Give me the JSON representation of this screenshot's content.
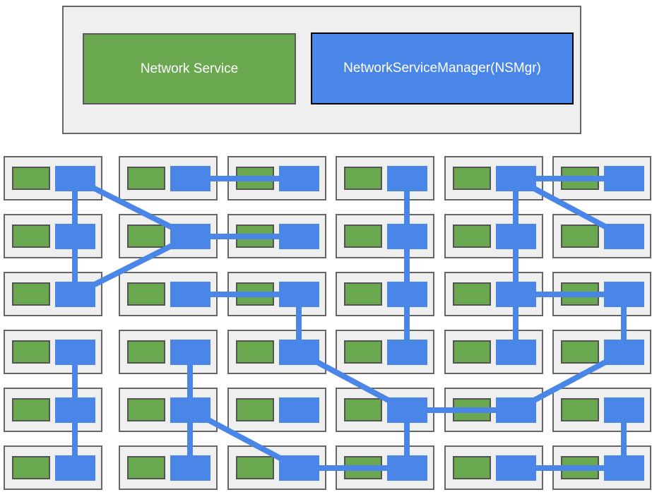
{
  "legend": {
    "items": [
      {
        "id": "network-service",
        "label": "Network Service",
        "fill": "#6aa84f",
        "border": "#5b5b5b",
        "text_color": "#ffffff"
      },
      {
        "id": "nsmgr",
        "label": "NetworkServiceManager(NSMgr)",
        "fill": "#4a86e8",
        "border": "#000000",
        "text_color": "#ffffff"
      }
    ]
  },
  "grid": {
    "rows": 6,
    "cols": 6,
    "node_components": [
      {
        "type": "network-service",
        "fill": "#6aa84f"
      },
      {
        "type": "nsmgr",
        "fill": "#4a86e8"
      }
    ]
  },
  "connections": {
    "color": "#4a86e8",
    "thickness": 8,
    "edges": [
      [
        "c1r1",
        "c1r2"
      ],
      [
        "c1r2",
        "c1r3"
      ],
      [
        "c1r4",
        "c1r5"
      ],
      [
        "c1r5",
        "c1r6"
      ],
      [
        "c2r4",
        "c2r5"
      ],
      [
        "c2r5",
        "c2r6"
      ],
      [
        "c3r3",
        "c3r4"
      ],
      [
        "c4r1",
        "c4r2"
      ],
      [
        "c4r2",
        "c4r3"
      ],
      [
        "c4r3",
        "c4r4"
      ],
      [
        "c4r5",
        "c4r6"
      ],
      [
        "c5r1",
        "c5r2"
      ],
      [
        "c5r2",
        "c5r3"
      ],
      [
        "c5r3",
        "c5r4"
      ],
      [
        "c6r3",
        "c6r4"
      ],
      [
        "c6r5",
        "c6r6"
      ],
      [
        "c2r1",
        "c3r1"
      ],
      [
        "c5r1",
        "c6r1"
      ],
      [
        "c2r2",
        "c3r2"
      ],
      [
        "c2r3",
        "c3r3"
      ],
      [
        "c5r3",
        "c6r3"
      ],
      [
        "c4r5",
        "c5r5"
      ],
      [
        "c3r6",
        "c4r6"
      ],
      [
        "c5r6",
        "c6r6"
      ],
      [
        "c1r1",
        "c2r2"
      ],
      [
        "c2r2",
        "c1r3"
      ],
      [
        "c5r1",
        "c6r2"
      ],
      [
        "c3r4",
        "c4r5"
      ],
      [
        "c6r4",
        "c5r5"
      ],
      [
        "c2r5",
        "c3r6"
      ]
    ]
  },
  "colors": {
    "background": "#ffffff",
    "container_fill": "#efefef",
    "container_border": "#666666",
    "green_border": "#545454"
  }
}
